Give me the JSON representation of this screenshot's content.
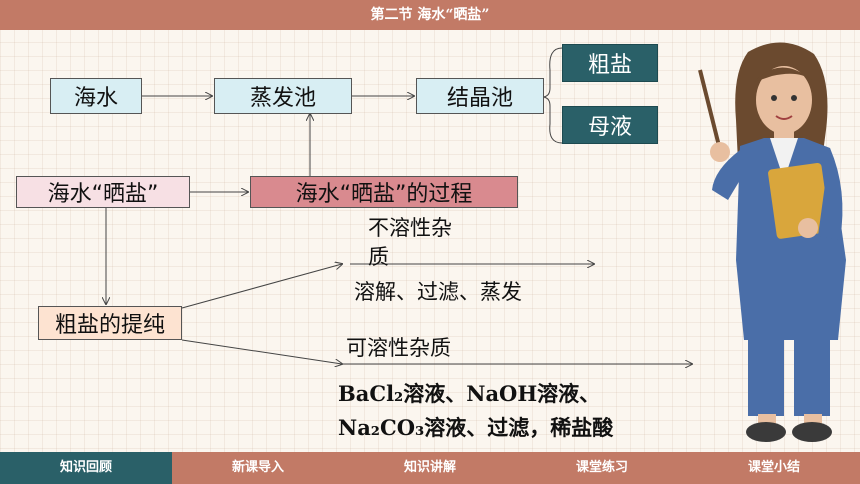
{
  "header": {
    "title": "第二节    海水“晒盐”"
  },
  "flow": {
    "seawater": "海水",
    "evaporation_pond": "蒸发池",
    "crystallization_pond": "结晶池",
    "coarse_salt": "粗盐",
    "mother_liquor": "母液",
    "sea_salt_making": "海水“晒盐”",
    "process": "海水“晒盐”的过程",
    "purification": "粗盐的提纯",
    "insoluble_title_1": "不溶性杂",
    "insoluble_title_2": "质",
    "insoluble_steps": "溶解、过滤、蒸发",
    "soluble_title": "可溶性杂质",
    "soluble_line1": "BaCl₂溶液、NaOH溶液、",
    "soluble_line2": "Na₂CO₃溶液、过滤，稀盐酸"
  },
  "nav": {
    "tabs": [
      "知识回顾",
      "新课导入",
      "知识讲解",
      "课堂练习",
      "课堂小结"
    ],
    "active_index": 0
  },
  "colors": {
    "bar": "#c27a66",
    "accent": "#2a6068"
  }
}
